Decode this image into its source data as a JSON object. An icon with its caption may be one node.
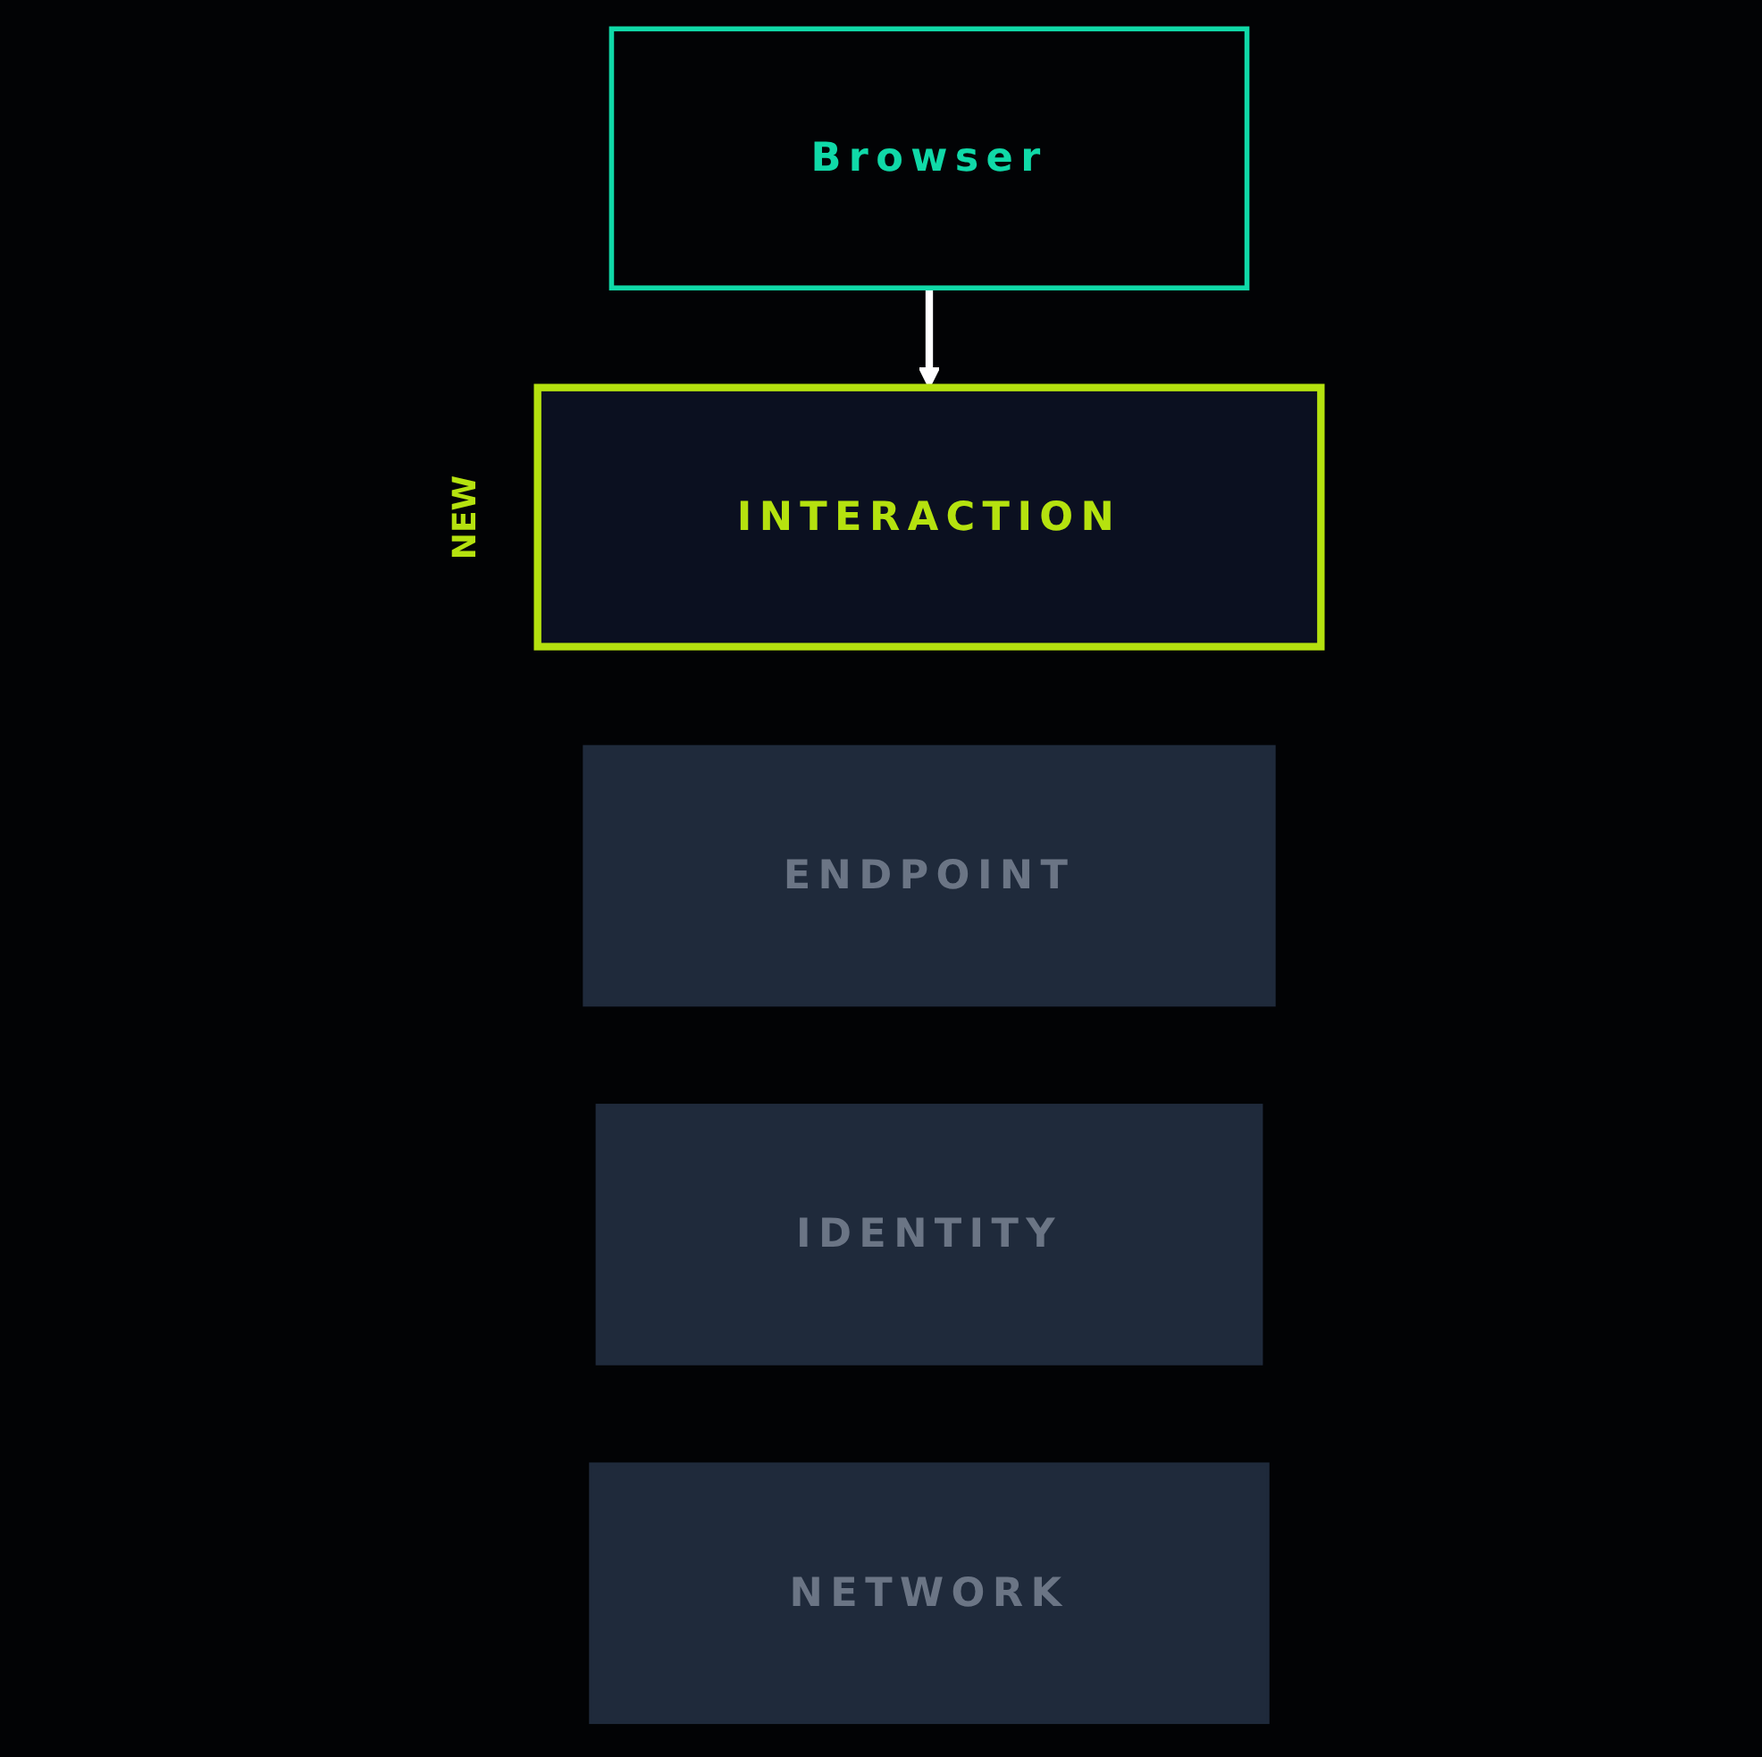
{
  "diagram": {
    "nodes": [
      {
        "text": [
          "Browser"
        ]
      },
      {
        "text": [
          "INTERACTION"
        ],
        "beside": [
          "NEW"
        ]
      },
      {
        "text": [
          "ENDPOINT"
        ]
      },
      {
        "text": [
          "IDENTITY"
        ]
      },
      {
        "text": [
          "NETWORK"
        ]
      }
    ],
    "edges": [
      {
        "from": 0,
        "to": 1,
        "arrow": "to",
        "color": "#ffffff"
      }
    ]
  }
}
